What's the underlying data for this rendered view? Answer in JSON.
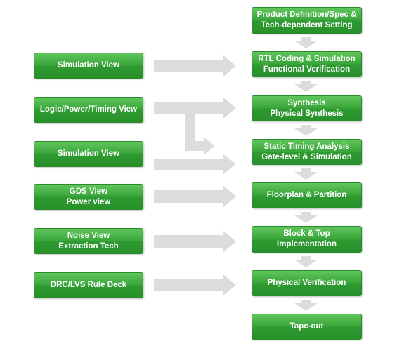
{
  "flow_steps": [
    "Product Definition/Spec &\nTech-dependent Setting",
    "RTL Coding &  Simulation\nFunctional Verification",
    "Synthesis\nPhysical Synthesis",
    "Static Timing Analysis\nGate-level & Simulation",
    "Floorplan & Partition",
    "Block & Top\nImplementation",
    "Physical Verification",
    "Tape-out"
  ],
  "tool_views": [
    "Simulation View",
    "Logic/Power/Timing View",
    "Simulation View",
    "GDS View\nPower view",
    "Noise View\nExtraction Tech",
    "DRC/LVS Rule Deck"
  ],
  "colors": {
    "box_green": "#3aa63b",
    "arrow_gray": "#dcdcdc",
    "text": "#ffffff"
  }
}
